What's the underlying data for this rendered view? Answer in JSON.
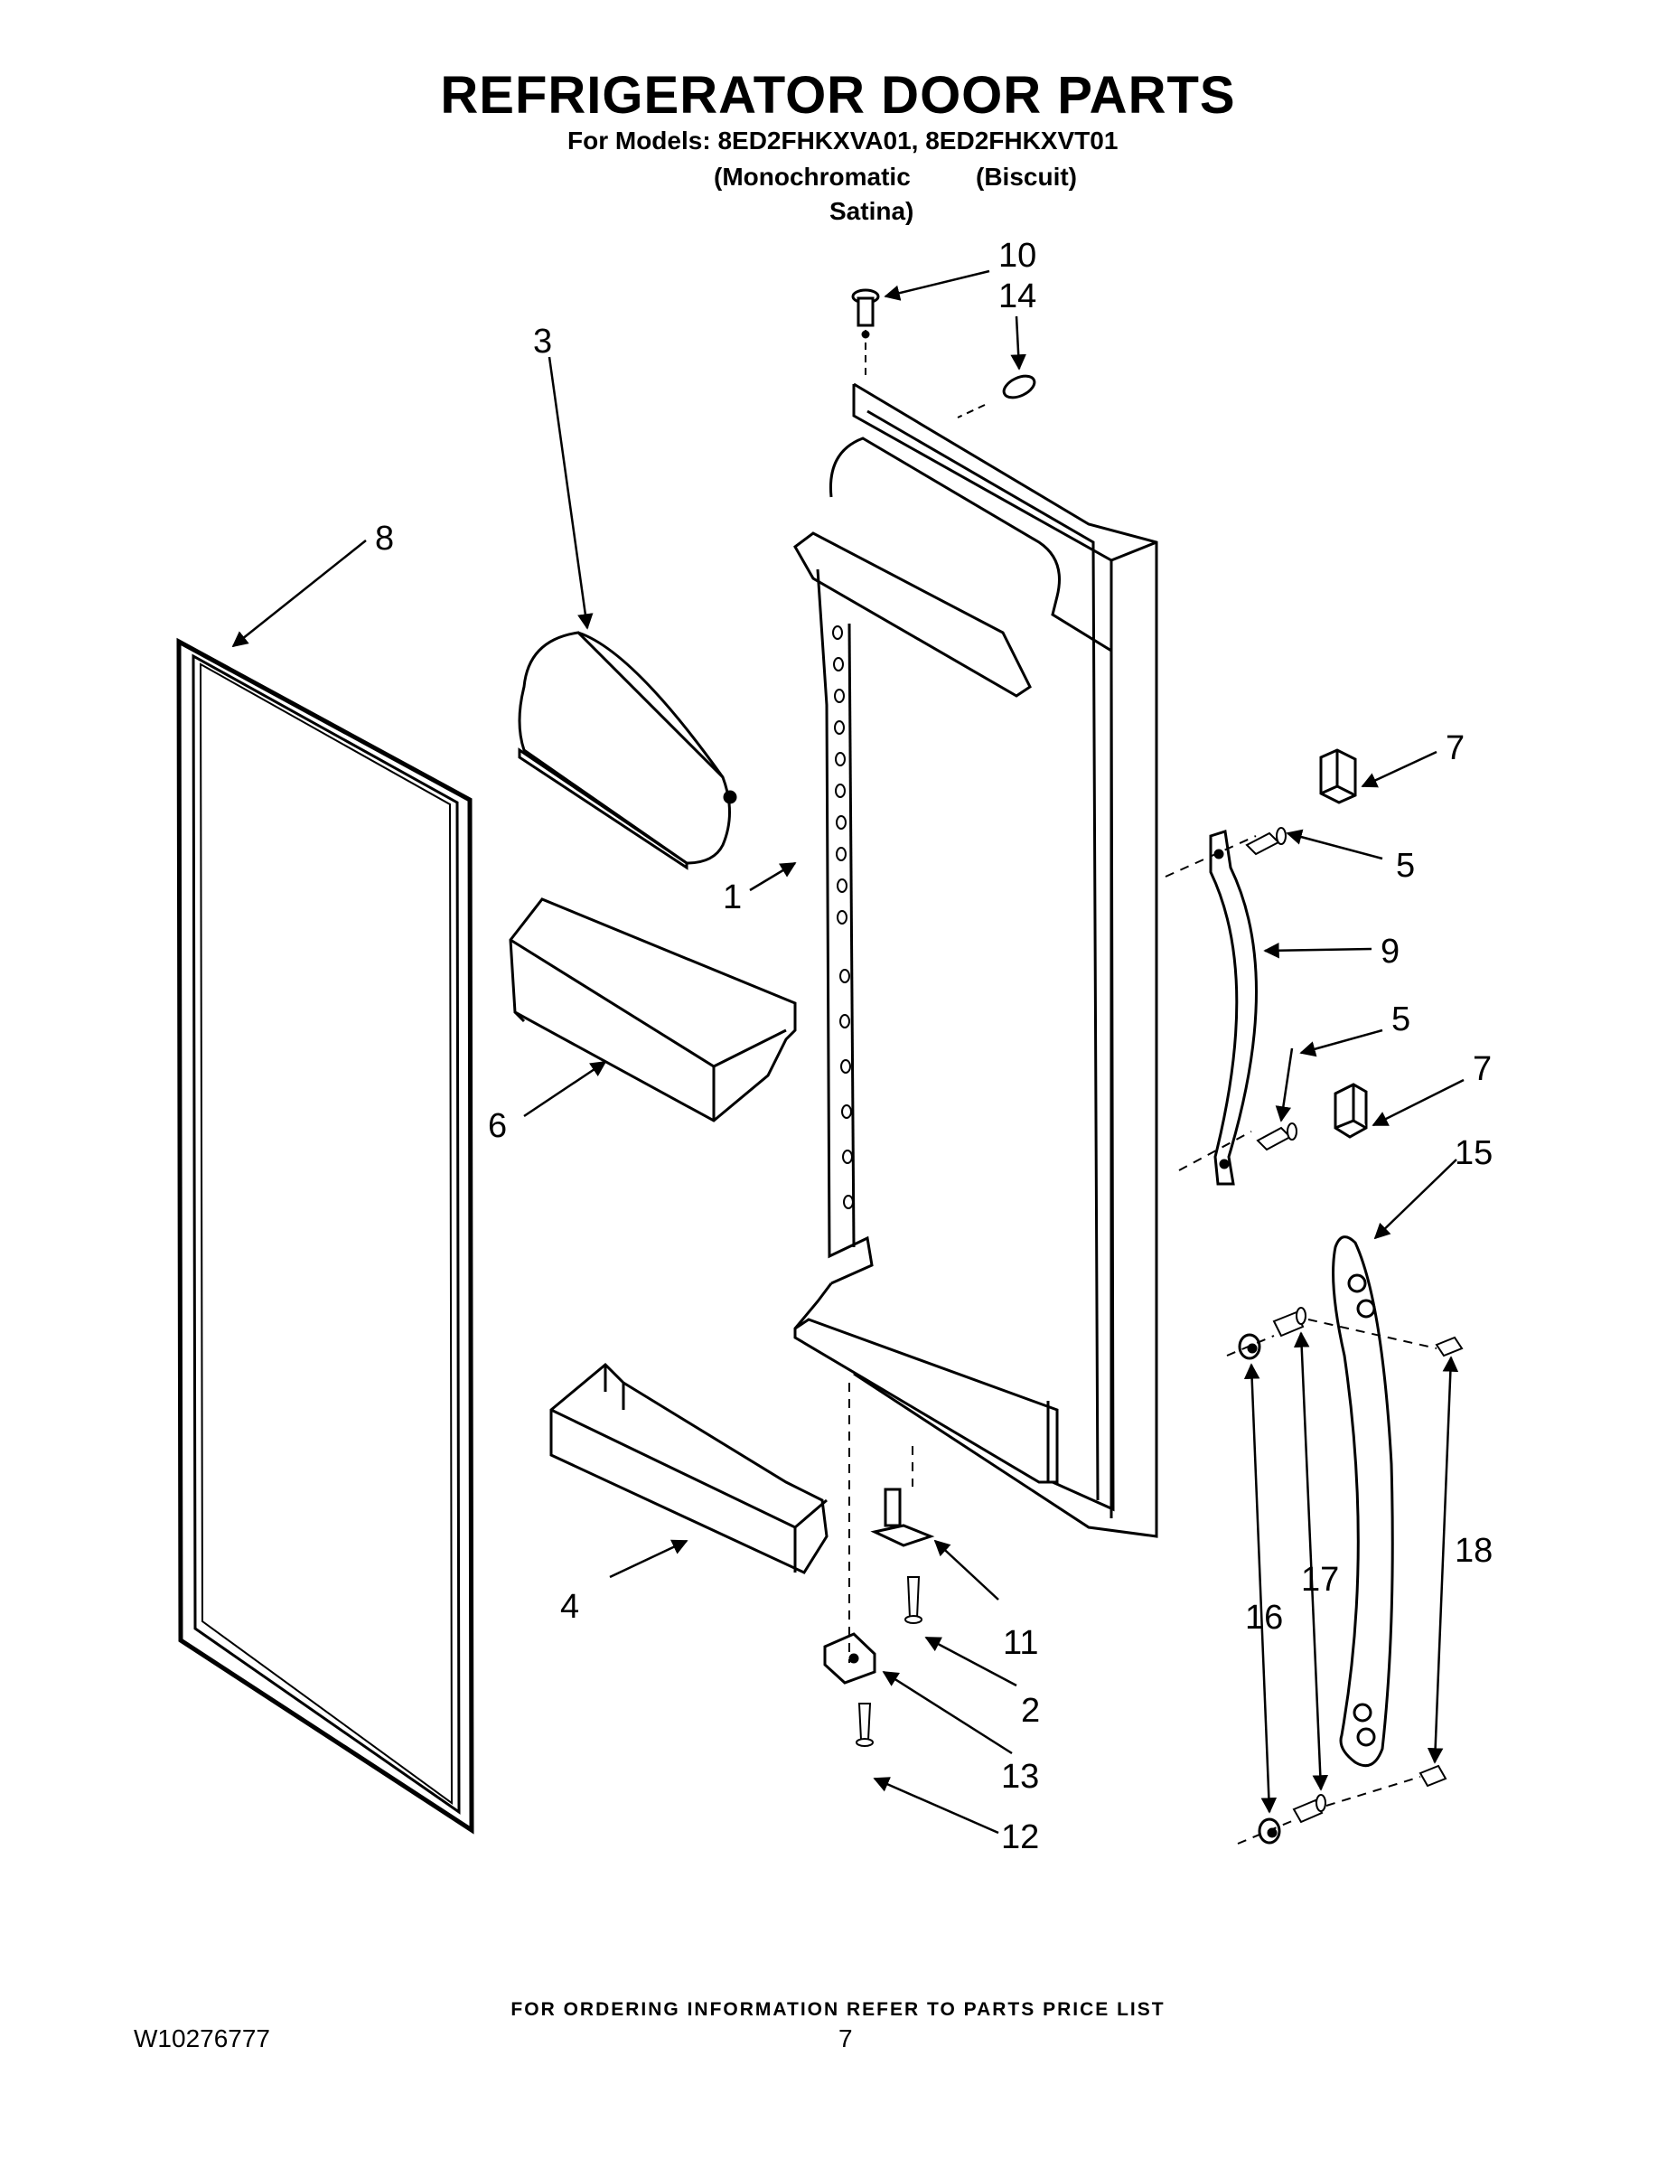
{
  "header": {
    "title": "REFRIGERATOR DOOR PARTS",
    "models_line": "For Models: 8ED2FHKXVA01, 8ED2FHKXVT01",
    "variant1_line1": "(Monochromatic",
    "variant1_line2": "Satina)",
    "variant2": "(Biscuit)"
  },
  "callouts": [
    "10",
    "14",
    "3",
    "8",
    "7",
    "5",
    "9",
    "1",
    "5",
    "7",
    "6",
    "15",
    "18",
    "17",
    "16",
    "4",
    "11",
    "2",
    "13",
    "12"
  ],
  "footer": {
    "ordering_note": "FOR ORDERING INFORMATION REFER TO PARTS PRICE LIST",
    "document_number": "W10276777",
    "page_number": "7"
  }
}
